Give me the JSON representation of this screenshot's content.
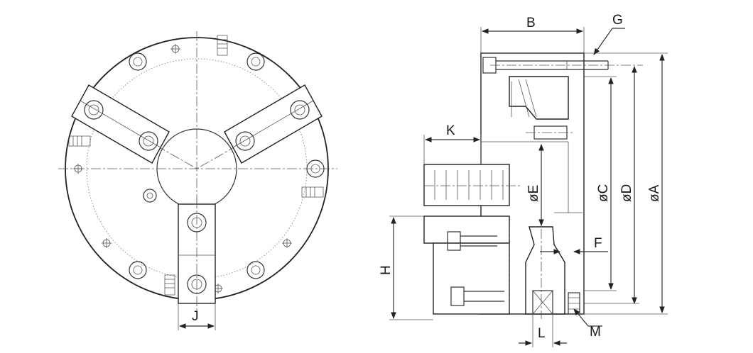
{
  "figure": "three-jaw chuck dimension drawing",
  "labels": {
    "B": "B",
    "G": "G",
    "K": "K",
    "E": "øE",
    "C": "øC",
    "D": "øD",
    "A": "øA",
    "F": "F",
    "H": "H",
    "J": "J",
    "L": "L",
    "M": "M"
  },
  "colors": {
    "line": "#222222",
    "background": "#ffffff"
  }
}
